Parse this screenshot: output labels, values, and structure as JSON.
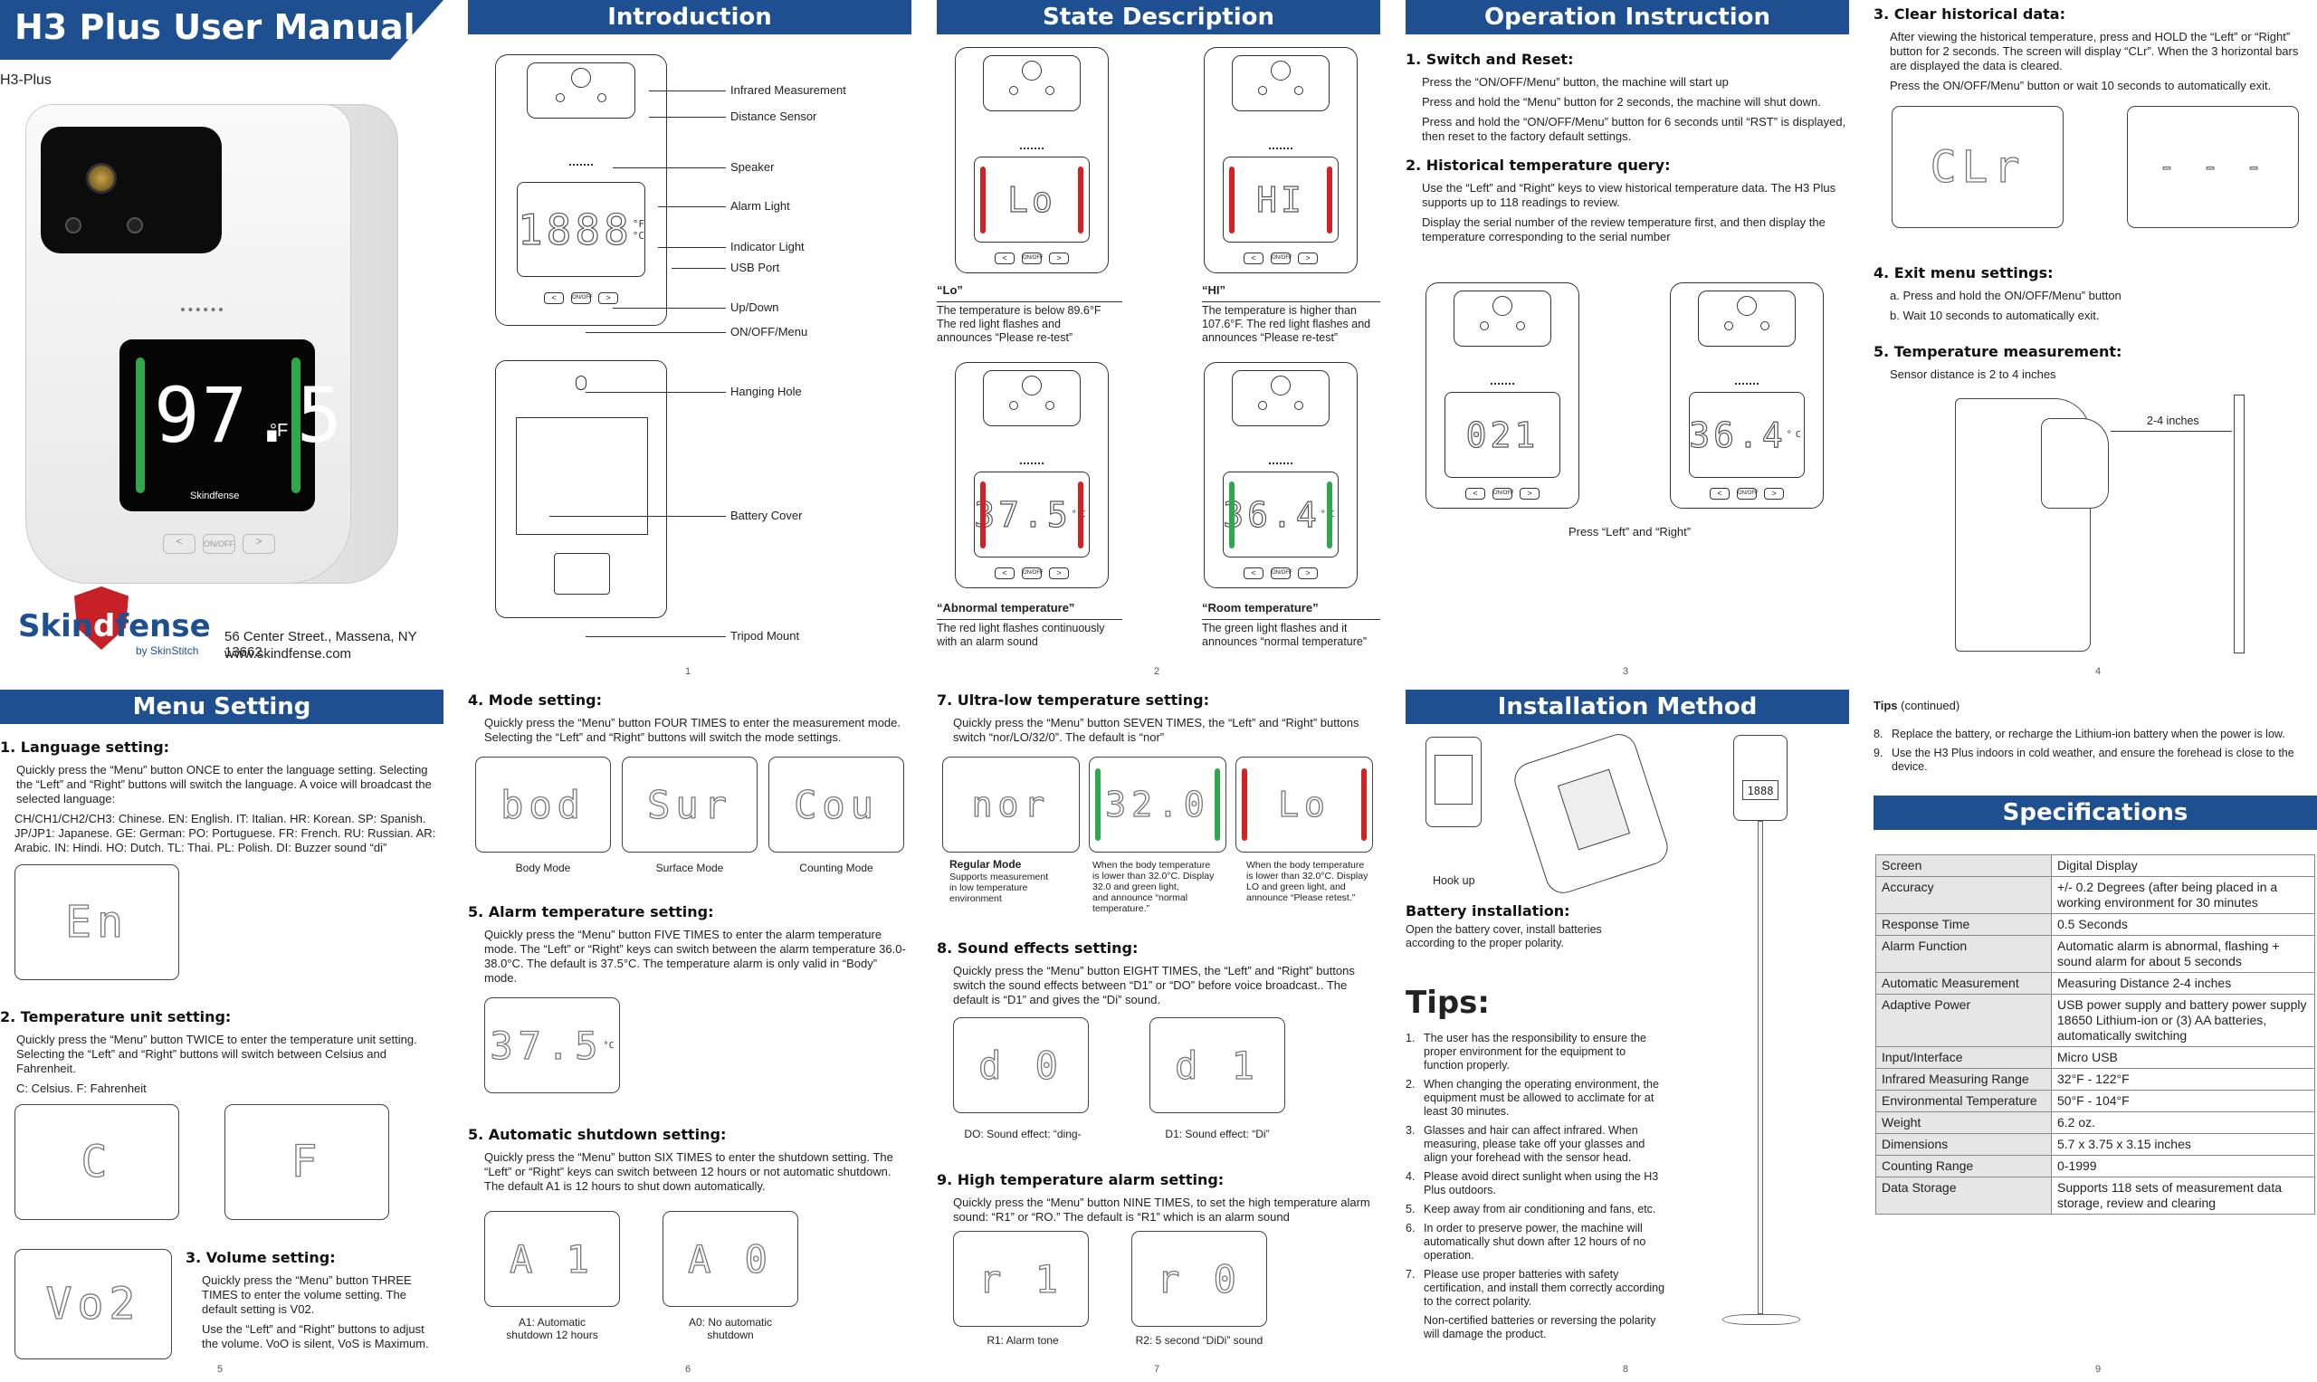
{
  "cover": {
    "title": "H3 Plus User Manual",
    "model": "H3-Plus",
    "display": "97.5",
    "unit": "°F",
    "brand": "Skin",
    "brand2": "fense",
    "brand_d": "d",
    "brand_by": "by SkinStitch",
    "address": "56 Center Street., Massena, NY 13662",
    "url": "www.skindfense.com",
    "btn_onoff": "ON/OFF",
    "mark": "Skindfense"
  },
  "intro": {
    "title": "Introduction",
    "screen": "1888",
    "screen_units": "°F\n°C",
    "btns": [
      "<",
      "ON/OFF",
      ">"
    ],
    "labels": [
      "Infrared Measurement",
      "Distance Sensor",
      "Speaker",
      "Alarm Light",
      "Indicator Light",
      "USB Port",
      "Up/Down",
      "ON/OFF/Menu",
      "Hanging Hole",
      "Battery Cover",
      "Tripod Mount"
    ],
    "page": "1"
  },
  "state": {
    "title": "State Description",
    "page": "2",
    "items": [
      {
        "screen": "Lo",
        "unit": "",
        "name": "“Lo”",
        "desc": "The temperature is below 89.6°F\nThe red light flashes and\nannounces “Please re-test”"
      },
      {
        "screen": "HI",
        "unit": "",
        "name": "“HI”",
        "desc": "The temperature is higher than\n107.6°F. The red light flashes and\nannounces “Please re-test”"
      },
      {
        "screen": "37.5",
        "unit": "°C",
        "name": "“Abnormal temperature”",
        "desc": "The red light flashes continuously\nwith an alarm sound"
      },
      {
        "screen": "36.4",
        "unit": "°C",
        "name": "“Room temperature”",
        "desc": "The green light flashes and it\nannounces “normal temperature”"
      }
    ]
  },
  "op": {
    "title": "Operation Instruction",
    "page": "3",
    "h1": "1. Switch and Reset:",
    "p1": [
      "Press the “ON/OFF/Menu” button, the machine will start up",
      "Press and hold the “Menu” button for 2 seconds, the machine will shut down.",
      "Press and hold the “ON/OFF/Menu” button for 6 seconds until “RST” is displayed, then reset to the factory default settings."
    ],
    "h2": "2. Historical temperature query:",
    "p2": [
      "Use the “Left” and “Right” keys to view historical temperature data. The H3 Plus supports up to 118 readings to review.",
      "Display the serial number of the review temperature first, and then display the temperature corresponding to the serial number"
    ],
    "screen1": "021",
    "screen2": "36.4",
    "unit2": "°C",
    "caption": "Press “Left” and “Right”"
  },
  "p4": {
    "page": "4",
    "h3": "3. Clear historical data:",
    "p3": [
      "After viewing the historical temperature, press and HOLD the “Left” or “Right” button for 2 seconds. The screen will display “CLr”. When the 3 horizontal bars are displayed the data is cleared.",
      "Press the ON/OFF/Menu” button or wait 10 seconds to automatically exit."
    ],
    "screen1": "CLr",
    "screen2": "- - -",
    "h4": "4. Exit menu settings:",
    "p4": [
      "a. Press and hold the ON/OFF/Menu” button",
      "b. Wait 10 seconds to automatically exit."
    ],
    "h5": "5. Temperature measurement:",
    "p5": "Sensor distance is 2 to 4 inches",
    "dist": "2-4 inches"
  },
  "menu": {
    "title": "Menu Setting",
    "page": "5",
    "h1": "1. Language setting:",
    "p1": "Quickly press the “Menu” button ONCE to enter the language setting. Selecting the “Left” and “Right” buttons will switch the language. A voice will broadcast the selected language:",
    "langs": "CH/CH1/CH2/CH3: Chinese. EN: English. IT: Italian. HR: Korean. SP: Spanish. JP/JP1: Japanese. GE: German: PO: Portuguese. FR: French. RU: Russian. AR: Arabic. IN: Hindi. HO: Dutch. TL: Thai. PL: Polish. DI: Buzzer sound “di”",
    "screen_en": "En",
    "h2": "2. Temperature unit setting:",
    "p2": "Quickly press the “Menu” button TWICE to enter the temperature unit setting. Selecting the “Left” and “Right” buttons will switch between Celsius and Fahrenheit.",
    "p2b": "C: Celsius. F: Fahrenheit",
    "screen_c": "C",
    "screen_f": "F",
    "h3": "3. Volume setting:",
    "p3": "Quickly press the “Menu” button THREE TIMES to enter the volume setting. The default setting is V02.",
    "p3b": "Use the “Left” and “Right” buttons to adjust the volume. VoO is silent, VoS is Maximum.",
    "screen_vo": "Vo2"
  },
  "p6": {
    "page": "6",
    "h4": "4. Mode setting:",
    "p4": "Quickly press the “Menu” button FOUR TIMES to enter the measurement mode. Selecting the “Left” and “Right” buttons will switch the mode settings.",
    "modes": [
      {
        "screen": "bod",
        "label": "Body Mode"
      },
      {
        "screen": "Sur",
        "label": "Surface Mode"
      },
      {
        "screen": "Cou",
        "label": "Counting Mode"
      }
    ],
    "h5": "5. Alarm temperature setting:",
    "p5": "Quickly press the “Menu” button FIVE TIMES to enter the alarm temperature mode. The “Left” or “Right” keys can switch between the alarm temperature 36.0-38.0°C. The default is 37.5°C. The temperature alarm is only valid in “Body” mode.",
    "screen_alarm": "37.5",
    "unit_alarm": "°C",
    "h6": "5. Automatic shutdown setting:",
    "p6": "Quickly press the “Menu” button SIX TIMES to enter the shutdown setting. The “Left” or “Right” keys can switch between 12 hours or not automatic shutdown. The default A1 is 12 hours to shut down automatically.",
    "screen_a1": "A 1",
    "screen_a0": "A 0",
    "cap_a1": "A1: Automatic\nshutdown 12 hours",
    "cap_a0": "A0: No automatic\nshutdown"
  },
  "p7": {
    "page": "7",
    "h7": "7. Ultra-low temperature setting:",
    "p7": "Quickly press the “Menu” button SEVEN TIMES, the “Left” and “Right” buttons switch “nor/LO/32/0”. The default is “nor”",
    "screens": [
      "nor",
      "32.0",
      "Lo"
    ],
    "cap_nor_h": "Regular Mode",
    "cap_nor": "Supports measurement\nin low temperature\nenvironment",
    "cap_32": "When the body temperature\nis lower than 32.0°C. Display\n32.0 and green light,\nand announce “normal\ntemperature.”",
    "cap_lo": "When the body temperature\nis lower than 32.0°C. Display\nLO and green light, and\nannounce “Please retest.”",
    "h8": "8. Sound effects setting:",
    "p8": "Quickly press the “Menu” button EIGHT TIMES, the “Left” and “Right” buttons switch the sound effects between “D1” or “DO” before voice broadcast.. The default is “D1” and gives the “Di” sound.",
    "screen_d0": "d 0",
    "screen_d1": "d 1",
    "cap_d0": "DO: Sound effect: “ding-",
    "cap_d1": "D1: Sound effect: “Di”",
    "h9": "9. High temperature alarm setting:",
    "p9": "Quickly press the “Menu” button NINE TIMES, to set the high temperature alarm sound: “R1” or “RO.” The default is “R1” which is an alarm sound",
    "screen_r1": "r 1",
    "screen_r0": "r 0",
    "cap_r1": "R1: Alarm tone",
    "cap_r0": "R2: 5 second “DiDi” sound"
  },
  "p8": {
    "page": "8",
    "title": "Installation Method",
    "hook": "Hook up",
    "h_batt": "Battery installation:",
    "p_batt": "Open the battery cover, install batteries according to the proper polarity.",
    "tips_title": "Tips:",
    "tips": [
      {
        "n": "1.",
        "t": "The user has the responsibility to ensure the proper environment for the equipment to function properly."
      },
      {
        "n": "2.",
        "t": "When changing the operating environment, the equipment must be allowed to acclimate for at least 30 minutes."
      },
      {
        "n": "3.",
        "t": "Glasses and hair can affect infrared. When measuring, please take off your glasses and align your forehead with the sensor head."
      },
      {
        "n": "4.",
        "t": "Please avoid direct sunlight when using the H3 Plus outdoors."
      },
      {
        "n": "5.",
        "t": "Keep away from air conditioning and fans, etc."
      },
      {
        "n": "6.",
        "t": "In order to preserve power, the machine will automatically shut down after 12 hours of no operation."
      },
      {
        "n": "7.",
        "t": "Please use proper batteries with safety certification, and install them correctly according to the correct polarity."
      },
      {
        "n": "",
        "t": "Non-certified batteries or reversing the polarity will damage the product."
      }
    ],
    "stand_screen": "1888"
  },
  "p9": {
    "page": "9",
    "tips_h": "Tips",
    "tips_c": "(continued)",
    "tips": [
      {
        "n": "8.",
        "t": "Replace the battery, or recharge the Lithium-ion battery when the power is low."
      },
      {
        "n": "9.",
        "t": "Use the H3 Plus indoors in cold weather, and ensure the forehead is close to the device."
      }
    ],
    "spec_title": "Specifications",
    "spec": [
      [
        "Screen",
        "Digital Display"
      ],
      [
        "Accuracy",
        "+/- 0.2 Degrees (after being placed in a working environment for 30 minutes"
      ],
      [
        "Response Time",
        "0.5 Seconds"
      ],
      [
        "Alarm Function",
        "Automatic alarm is abnormal, flashing + sound alarm for about 5 seconds"
      ],
      [
        "Automatic Measurement",
        "Measuring Distance 2-4 inches"
      ],
      [
        "Adaptive Power",
        "USB power supply and battery power supply 18650 Lithium-ion or (3) AA batteries, automatically switching"
      ],
      [
        "Input/Interface",
        "Micro USB"
      ],
      [
        "Infrared Measuring Range",
        "32°F - 122°F"
      ],
      [
        "Environmental Temperature",
        "50°F - 104°F"
      ],
      [
        "Weight",
        "6.2 oz."
      ],
      [
        "Dimensions",
        "5.7 x 3.75 x 3.15 inches"
      ],
      [
        "Counting Range",
        "0-1999"
      ],
      [
        "Data Storage",
        "Supports 118 sets of measurement data storage, review and clearing"
      ]
    ]
  }
}
